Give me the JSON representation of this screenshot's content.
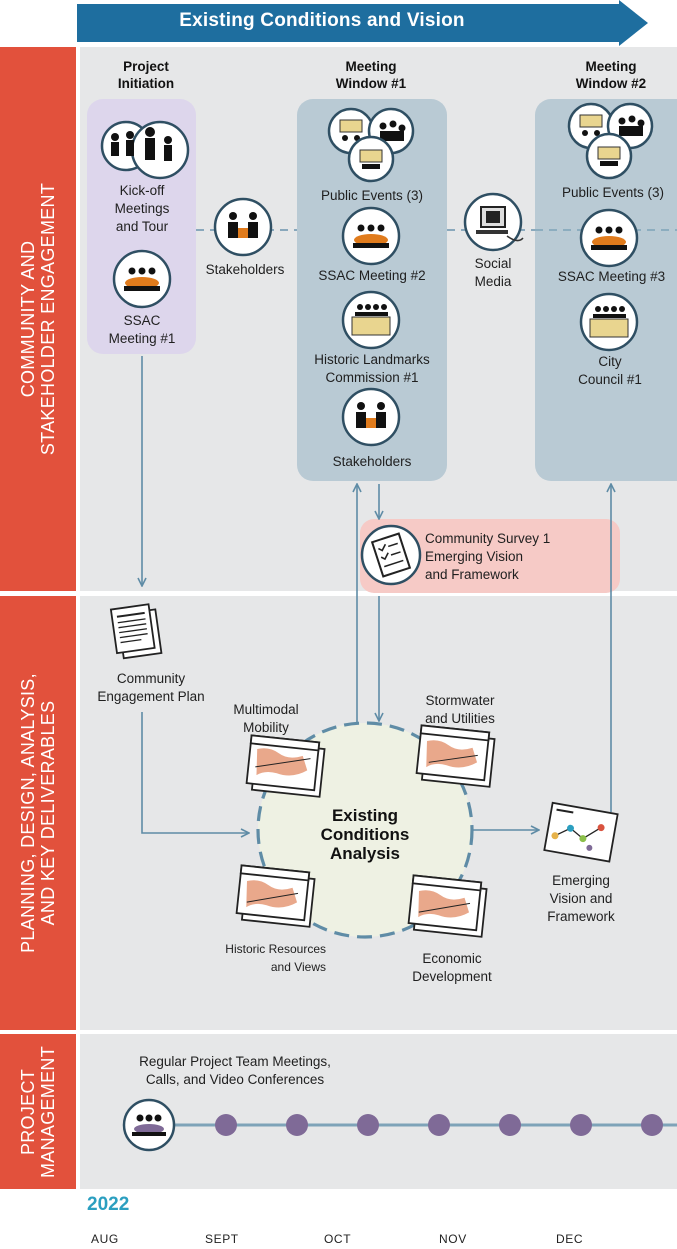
{
  "header": {
    "title": "Existing Conditions and Vision"
  },
  "sidebar": {
    "engagement": [
      "COMMUNITY AND",
      "STAKEHOLDER ENGAGEMENT"
    ],
    "planning": [
      "PLANNING, DESIGN, ANALYSIS,",
      "AND KEY DELIVERABLES"
    ],
    "management": [
      "PROJECT",
      "MANAGEMENT"
    ]
  },
  "columns": {
    "initiation": [
      "Project",
      "Initiation"
    ],
    "window1": [
      "Meeting",
      "Window #1"
    ],
    "window2": [
      "Meeting",
      "Window #2"
    ]
  },
  "engagement": {
    "kickoff": [
      "Kick-off",
      "Meetings",
      "and Tour"
    ],
    "ssac1": [
      "SSAC",
      "Meeting #1"
    ],
    "stakeholders_between": "Stakeholders",
    "w1_public_events": "Public Events (3)",
    "w1_ssac": "SSAC Meeting #2",
    "w1_hlc": [
      "Historic Landmarks",
      "Commission #1"
    ],
    "w1_stakeholders": "Stakeholders",
    "social_media": [
      "Social",
      "Media"
    ],
    "w2_public_events": "Public Events (3)",
    "w2_ssac": "SSAC Meeting #3",
    "w2_council": [
      "City",
      "Council #1"
    ],
    "survey": [
      "Community Survey 1",
      "Emerging Vision",
      "and Framework"
    ]
  },
  "planning": {
    "engagement_plan": [
      "Community",
      "Engagement Plan"
    ],
    "center": [
      "Existing",
      "Conditions",
      "Analysis"
    ],
    "mobility": [
      "Multimodal",
      "Mobility"
    ],
    "stormwater": [
      "Stormwater",
      "and Utilities"
    ],
    "historic": [
      "Historic Resources",
      "and Views"
    ],
    "economic": [
      "Economic",
      "Development"
    ],
    "vision": [
      "Emerging",
      "Vision and",
      "Framework"
    ]
  },
  "management": {
    "meetings": [
      "Regular Project Team Meetings,",
      "Calls, and Video Conferences"
    ],
    "meeting_count": 8
  },
  "timeline": {
    "year": "2022",
    "months": [
      "AUG",
      "SEPT",
      "OCT",
      "NOV",
      "DEC"
    ]
  },
  "colors": {
    "header_blue": "#1e6e9f",
    "sidebar_red": "#e2513c",
    "band_gray": "#e6e7e8",
    "initiation_purple": "#ddd6ec",
    "window_blue": "#b9cad4",
    "survey_pink": "#f6cac6",
    "circle_green": "#eef1e3",
    "dot_purple": "#7f6a97",
    "year_teal": "#2b9fc0",
    "arrow_blue": "#5f8ca6"
  }
}
